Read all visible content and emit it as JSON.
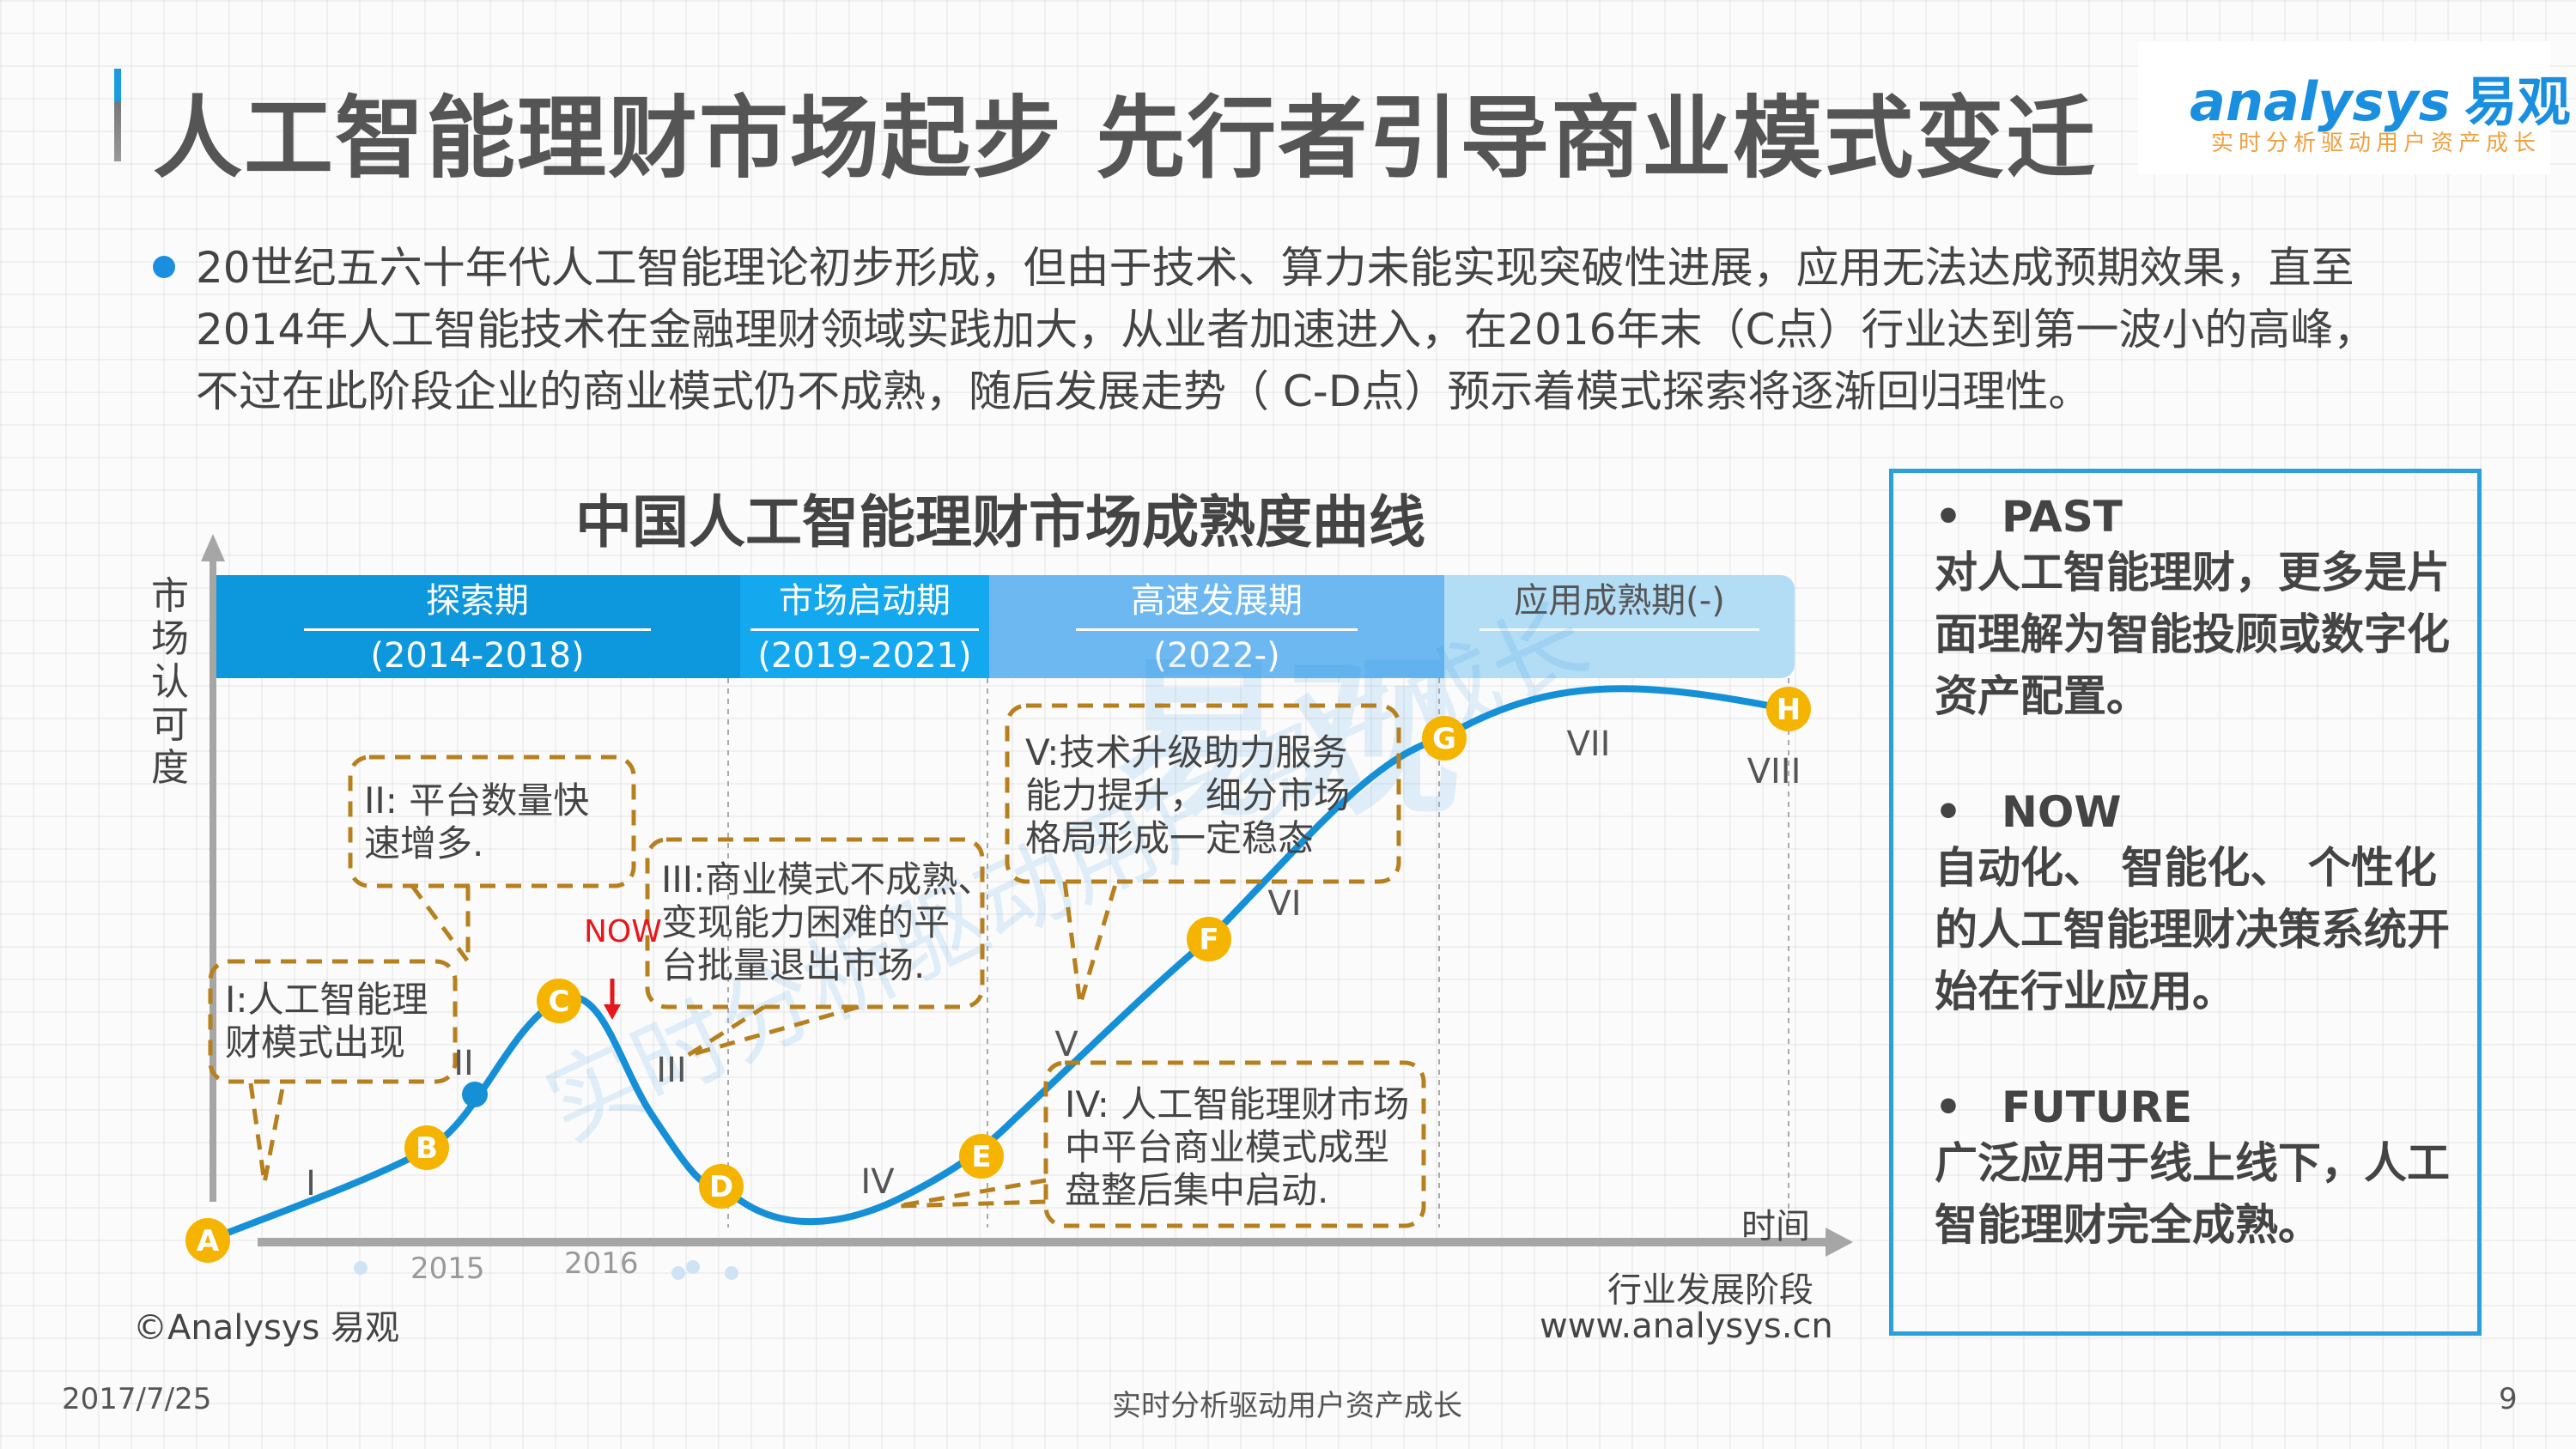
{
  "header": {
    "title": "人工智能理财市场起步  先行者引导商业模式变迁",
    "logo_brand": "nalysys",
    "logo_brand_prefix": "a",
    "logo_cn": "易观",
    "logo_tagline": "实时分析驱动用户资产成长"
  },
  "intro": {
    "paragraph": "20世纪五六十年代人工智能理论初步形成，但由于技术、算力未能实现突破性进展，应用无法达成预期效果，直至2014年人工智能技术在金融理财领域实践加大，从业者加速进入，在2016年末（C点）行业达到第一波小的高峰，不过在此阶段企业的商业模式仍不成熟，随后发展走势（ C-D点）预示着模式探索将逐渐回归理性。"
  },
  "chart": {
    "title": "中国人工智能理财市场成熟度曲线",
    "y_axis_label": "市场认可度",
    "x_axis_label": "时间",
    "x_axis_sublabel": "行业发展阶段",
    "website": "www.analysys.cn",
    "copyright": "©Analysys 易观",
    "now_label": "NOW",
    "year_ticks": [
      "2015",
      "2016"
    ],
    "phases": [
      {
        "name": "探索期",
        "years": "(2014-2018)",
        "color": "#0d97dd"
      },
      {
        "name": "市场启动期",
        "years": "(2019-2021)",
        "color": "#14a8ef"
      },
      {
        "name": "高速发展期",
        "years": "(2022-)",
        "color": "#6db8f0"
      },
      {
        "name": "应用成熟期(-)",
        "years": "",
        "color": "#b3dcf5"
      }
    ],
    "points": [
      "A",
      "B",
      "C",
      "D",
      "E",
      "F",
      "G",
      "H"
    ],
    "stages": [
      "I",
      "II",
      "III",
      "IV",
      "V",
      "VI",
      "VII",
      "VIII"
    ],
    "callouts": {
      "I": [
        "I:人工智能理",
        "财模式出现"
      ],
      "II": [
        "II:  平台数量快",
        "速增多."
      ],
      "III": [
        "III:商业模式不成熟、",
        "变现能力困难的平",
        "台批量退出市场."
      ],
      "IV": [
        "IV: 人工智能理财市场",
        "中平台商业模式成型",
        "盘整后集中启动."
      ],
      "V": [
        "V:技术升级助力服务",
        "能力提升，细分市场",
        "格局形成一定稳态"
      ]
    }
  },
  "chart_data": {
    "type": "line",
    "title": "中国人工智能理财市场成熟度曲线",
    "xlabel": "时间 / 行业发展阶段",
    "ylabel": "市场认可度",
    "x": [
      "A",
      "B",
      "C",
      "D",
      "E",
      "F",
      "G",
      "H"
    ],
    "series": [
      {
        "name": "市场认可度 (相对)",
        "values": [
          0,
          15,
          40,
          8,
          12,
          46,
          73,
          78
        ]
      }
    ],
    "annotations": [
      "NOW (just after C, 2016)",
      "2015",
      "2016"
    ],
    "phases": [
      "探索期 (2014-2018)",
      "市场启动期 (2019-2021)",
      "高速发展期 (2022-)",
      "应用成熟期(-)"
    ]
  },
  "side_panel": {
    "sections": [
      {
        "heading": "PAST",
        "text": "对人工智能理财，更多是片面理解为智能投顾或数字化资产配置。"
      },
      {
        "heading": "NOW",
        "text": "自动化、 智能化、 个性化的人工智能理财决策系统开始在行业应用。"
      },
      {
        "heading": "FUTURE",
        "text": "广泛应用于线上线下，人工智能理财完全成熟。"
      }
    ],
    "bullet": "•"
  },
  "footer": {
    "date": "2017/7/25",
    "tagline": "实时分析驱动用户资产成长",
    "page_number": "9"
  }
}
